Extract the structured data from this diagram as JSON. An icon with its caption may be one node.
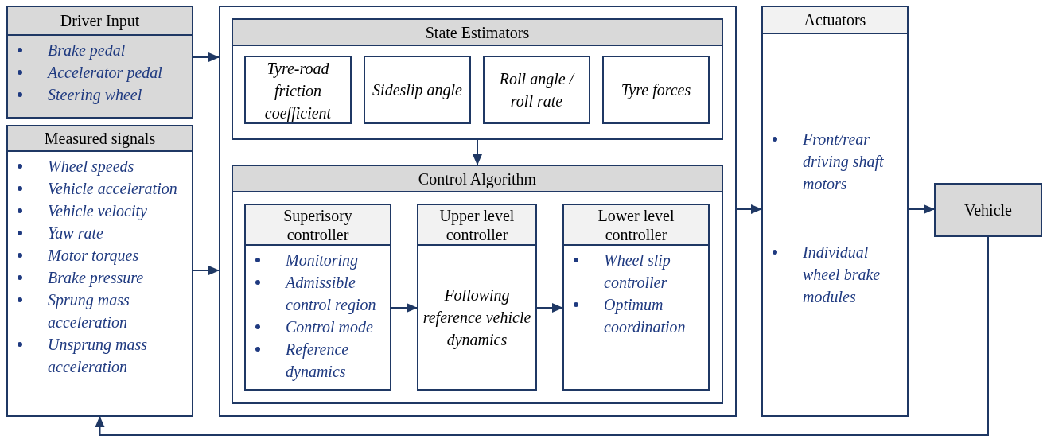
{
  "diagram": {
    "nodes": [
      {
        "text": [
          "Driver Input",
          "Brake pedal",
          "Accelerator pedal",
          "Steering wheel"
        ]
      },
      {
        "text": [
          "Measured signals",
          "Wheel speeds",
          "Vehicle acceleration",
          "Vehicle velocity",
          "Yaw rate",
          "Motor torques",
          "Brake pressure",
          "Sprung mass acceleration",
          "Unsprung mass acceleration"
        ]
      },
      {
        "text": [],
        "shape": "box"
      },
      {
        "text": [
          "State Estimators"
        ],
        "in": 2
      },
      {
        "text": [
          "Tyre-road friction coefficient"
        ],
        "in": 3
      },
      {
        "text": [
          "Sideslip angle"
        ],
        "in": 3
      },
      {
        "text": [
          "Roll angle / roll rate"
        ],
        "in": 3
      },
      {
        "text": [
          "Tyre forces"
        ],
        "in": 3
      },
      {
        "text": [
          "Control Algorithm"
        ],
        "in": 2
      },
      {
        "text": [
          "Superisory controller",
          "Monitoring",
          "Admissible control region",
          "Control mode",
          "Reference dynamics"
        ],
        "in": 8
      },
      {
        "text": [
          "Upper level controller",
          "Following reference vehicle dynamics"
        ],
        "in": 8
      },
      {
        "text": [
          "Lower level controller",
          "Wheel slip controller",
          "Optimum coordination"
        ],
        "in": 8
      },
      {
        "text": [
          "Actuators",
          "Front/rear driving shaft motors",
          "Individual wheel brake modules"
        ]
      },
      {
        "text": [
          "Vehicle"
        ]
      }
    ],
    "edges": [
      {
        "from": 0,
        "to": 2,
        "arrow": "to"
      },
      {
        "from": 1,
        "to": 2,
        "arrow": "to"
      },
      {
        "from": 3,
        "to": 8,
        "arrow": "to"
      },
      {
        "from": 9,
        "to": 10,
        "arrow": "to"
      },
      {
        "from": 10,
        "to": 11,
        "arrow": "to"
      },
      {
        "from": 2,
        "to": 12,
        "arrow": "to"
      },
      {
        "from": 12,
        "to": 13,
        "arrow": "to"
      },
      {
        "from": 13,
        "to": 1,
        "arrow": "to"
      }
    ]
  }
}
